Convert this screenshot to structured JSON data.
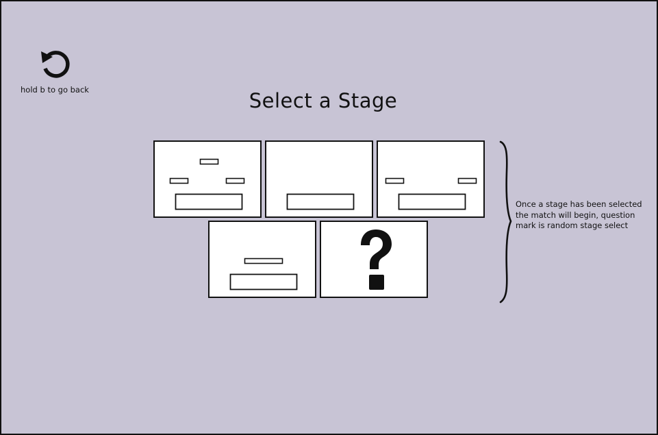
{
  "header": {
    "back_hint": "hold b to go back",
    "title": "Select a Stage"
  },
  "stages": [
    {
      "id": "stage-1",
      "icon": "three-platform-stage-icon"
    },
    {
      "id": "stage-2",
      "icon": "flat-platform-stage-icon"
    },
    {
      "id": "stage-3",
      "icon": "two-side-platform-stage-icon"
    },
    {
      "id": "stage-4",
      "icon": "floating-platform-stage-icon"
    },
    {
      "id": "random",
      "icon": "question-mark-icon"
    }
  ],
  "annotation": {
    "note": "Once a stage has been selected the match will begin, question mark is random stage select"
  },
  "colors": {
    "background": "#c8c4d5",
    "tile": "#ffffff",
    "ink": "#111111"
  }
}
